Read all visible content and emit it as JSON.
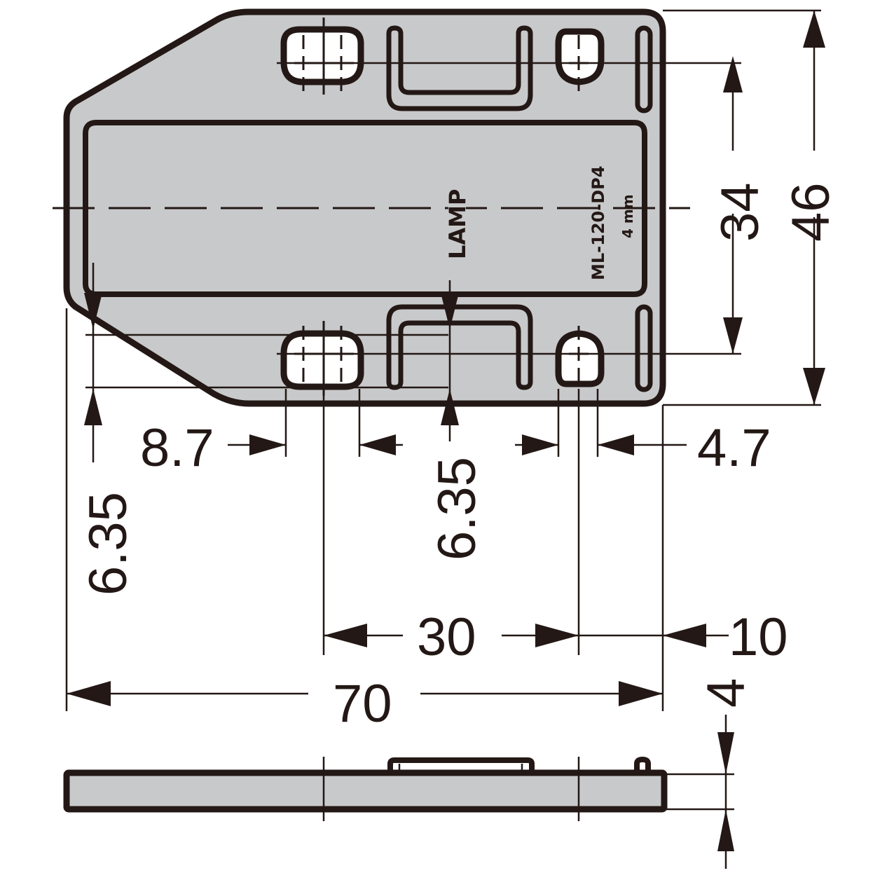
{
  "drawing": {
    "type": "technical-dimension-drawing",
    "part_number": "ML-120-DP4",
    "brand_mark": "LAMP",
    "thickness_mark": "4 mm",
    "colors": {
      "line": "#231815",
      "fill": "#c8c9ca",
      "background": "#ffffff"
    },
    "units": "mm"
  },
  "dimensions": {
    "overall_width": "70",
    "overall_height": "46",
    "hole_vertical_pitch": "34",
    "hole_horizontal_pitch": "30",
    "right_edge_to_hole": "10",
    "left_slot_width": "8.7",
    "right_slot_width": "4.7",
    "left_offset": "6.35",
    "center_offset": "6.35",
    "thickness": "4"
  },
  "views": {
    "top_view": "plan",
    "bottom_view": "side"
  }
}
